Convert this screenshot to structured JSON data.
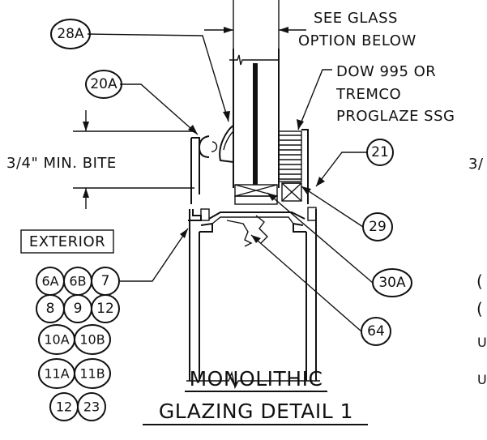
{
  "notes": {
    "glass_option_line1": "SEE GLASS",
    "glass_option_line2": "OPTION BELOW",
    "sealant_line1": "DOW 995 OR",
    "sealant_line2": "TREMCO",
    "sealant_line3": "PROGLAZE SSG",
    "min_bite": "3/4\" MIN. BITE",
    "clipped_right_text": "3/",
    "exterior": "EXTERIOR",
    "clipped_right_1": "(",
    "clipped_right_2": "(",
    "clipped_right_3": "U",
    "clipped_right_4": "U"
  },
  "callouts": {
    "c28A": "28A",
    "c20A": "20A",
    "c21": "21",
    "c29": "29",
    "c30A": "30A",
    "c64": "64"
  },
  "parts_list": {
    "p6A": "6A",
    "p6B": "6B",
    "p7": "7",
    "p8": "8",
    "p9": "9",
    "p12a": "12",
    "p10A": "10A",
    "p10B": "10B",
    "p11A": "11A",
    "p11B": "11B",
    "p12b": "12",
    "p23": "23"
  },
  "title": {
    "line1": "MONOLITHIC",
    "line2": "GLAZING DETAIL 1"
  }
}
